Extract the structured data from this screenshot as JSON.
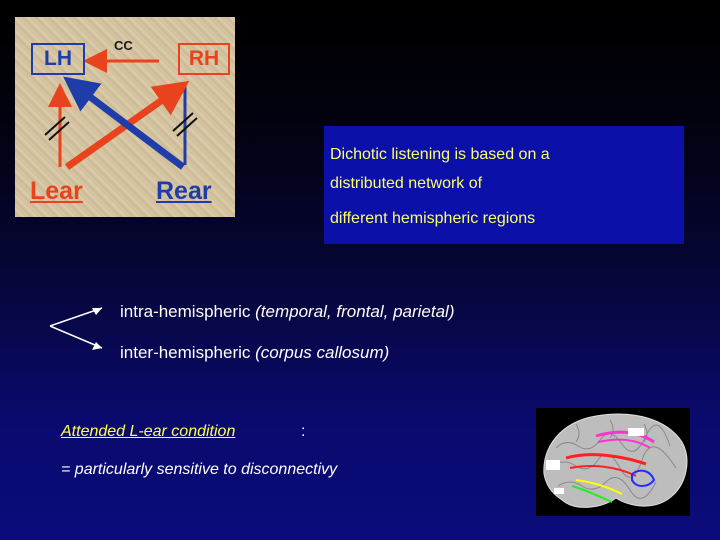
{
  "diagram": {
    "lh": "LH",
    "rh": "RH",
    "cc": "CC",
    "lear": "Lear",
    "rear": "Rear",
    "colors": {
      "left": "#e8431d",
      "right": "#1e3da8",
      "background": "#d6c5a2"
    }
  },
  "info": {
    "line1": "Dichotic listening is based on a",
    "line2": "distributed network of",
    "line3": "different hemispheric regions",
    "bg": "#0a10a8",
    "fg": "#ffff66"
  },
  "branches": {
    "intra": {
      "term": "intra-hemispheric",
      "detail": "(temporal, frontal, parietal)"
    },
    "inter": {
      "term": "inter-hemispheric",
      "detail": "(corpus callosum)"
    }
  },
  "attended": {
    "title": "Attended L-ear condition",
    "colon": ":",
    "desc": "= particularly sensitive to disconnectivy"
  },
  "image": {
    "icon": "brain-tractography-image"
  }
}
